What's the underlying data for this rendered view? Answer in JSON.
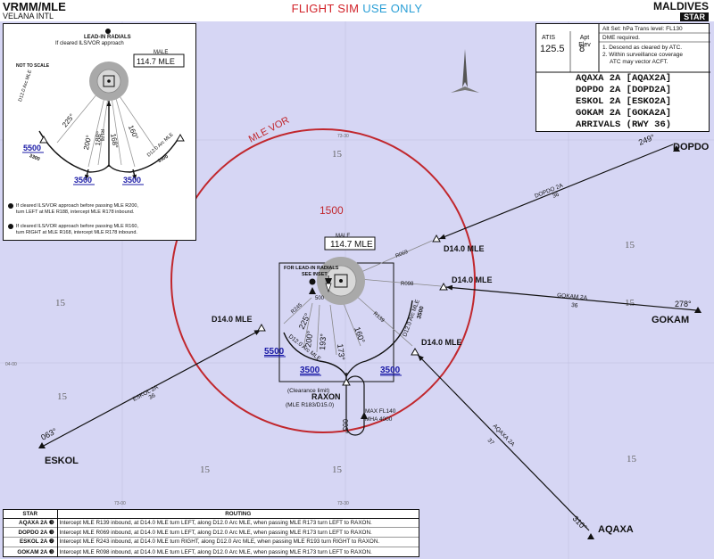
{
  "header": {
    "airport_code": "VRMM/MLE",
    "airport_name": "VELANA INTL",
    "banner_red": "FLIGHT SIM",
    "banner_blue": "USE ONLY",
    "country": "MALDIVES",
    "chart_type": "STAR"
  },
  "colors": {
    "map_fill": "#d6d6f4",
    "vor_circle": "#c1272d",
    "banner_red": "#d2232a",
    "banner_blue": "#2a9fd6",
    "route_line": "#111111",
    "minimum_altitude": "#1a1aa6"
  },
  "info_box": {
    "atis_label": "ATIS",
    "atis_freq": "125.5",
    "elev_label": "Apt Elev",
    "elev_value": "8",
    "alt_set": "Alt Set: hPa   Trans level: FL130",
    "dme_required": "DME required.",
    "note1": "1. Descend as cleared by ATC.",
    "note2a": "2. Within surveillance coverage",
    "note2b": "ATC may vector ACFT.",
    "procedures": [
      "AQAXA 2A [AQAX2A]",
      "DOPDO 2A [DOPD2A]",
      "ESKOL 2A [ESKO2A]",
      "GOKAM 2A [GOKA2A]",
      "ARRIVALS (RWY 36)"
    ]
  },
  "map": {
    "vor_circle_label": "MLE VOR",
    "circle_msa": "1500",
    "grid_msa": "15",
    "vor_box_name": "MALE",
    "vor_box_freq": "114.7 MLE",
    "lead_in_label": "FOR LEAD-IN RADIALS",
    "lead_in_label2": "SEE INSET",
    "waypoints": {
      "dopdo": "DOPDO",
      "gokam": "GOKAM",
      "eskol": "ESKOL",
      "aqaxa": "AQAXA",
      "raxon": "RAXON"
    },
    "d14": "D14.0 MLE",
    "raxon_clearance": "(Clearance limit)",
    "raxon_def": "(MLE R183/D15.0)",
    "raxon_hold_max": "MAX FL140",
    "raxon_hold_mha": "MHA 4000",
    "raxon_hold_course": "003°",
    "bearings": {
      "dopdo": "249°",
      "gokam": "278°",
      "eskol": "063°",
      "aqaxa": "310°"
    },
    "route_labels": {
      "dopdo": "DOPDO 2A",
      "dopdo_dist": "36",
      "gokam": "GOKAM 2A",
      "gokam_dist": "36",
      "eskol": "ESKOL 2A",
      "eskol_dist": "36",
      "aqaxa": "AQAXA 2A",
      "aqaxa_dist": "37"
    },
    "radials": {
      "r069": "R069",
      "r098": "R098",
      "r245": "R245",
      "r139": "R139",
      "r225": "225°",
      "r200": "200°",
      "r193": "193°",
      "r173": "173°",
      "r160": "160°"
    },
    "arc_west": "D12.0 Arc MLE",
    "arc_east": "D12.0 Arc MLE",
    "alt_500": "500",
    "alt_3500_side": "3500",
    "min_alt_5500": "5500",
    "min_alt_3500_left": "3500",
    "min_alt_3500_right": "3500",
    "lat_label": "04-00",
    "lon_label_left": "73-00",
    "lon_label_right": "73-30"
  },
  "inset": {
    "title": "LEAD-IN RADIALS",
    "subtitle": "If cleared ILS/VOR approach",
    "not_to_scale": "NOT TO SCALE",
    "vor_name": "MALE",
    "vor_freq": "114.7 MLE",
    "arc_left": "D12.0 Arc MLE",
    "arc_right": "D12.0 Arc MLE",
    "r225": "225°",
    "r200": "200°",
    "r188": "188°",
    "r178": "R178",
    "r168": "168°",
    "r160": "160°",
    "alt_3300_left": "3300",
    "alt_3300_right": "3300",
    "min_alt_5500": "5500",
    "min_alt_3500_a": "3500",
    "min_alt_3500_b": "3500",
    "note2": "If cleared ILS/VOR approach before passing MLE R200,",
    "note2b": "turn LEFT at MLE R188, intercept MLE R178 inbound.",
    "note3": "If cleared ILS/VOR approach before passing MLE R160,",
    "note3b": "turn RIGHT at MLE R168, intercept MLE R178 inbound."
  },
  "routing_table": {
    "col_star": "STAR",
    "col_routing": "ROUTING",
    "rows": [
      {
        "star": "AQAXA 2A",
        "note": "❸",
        "routing": "Intercept MLE R139 inbound, at D14.0 MLE turn LEFT, along D12.0 Arc MLE, when passing MLE R173 turn LEFT to RAXON."
      },
      {
        "star": "DOPDO 2A",
        "note": "❸",
        "routing": "Intercept MLE R069 inbound, at D14.0 MLE turn LEFT, along D12.0 Arc MLE, when passing MLE R173 turn LEFT to RAXON."
      },
      {
        "star": "ESKOL 2A",
        "note": "❷",
        "routing": "Intercept MLE R243 inbound, at D14.0 MLE turn RIGHT, along D12.0 Arc MLE, when passing MLE R193 turn RIGHT to RAXON."
      },
      {
        "star": "GOKAM 2A",
        "note": "❸",
        "routing": "Intercept MLE R098 inbound, at D14.0 MLE turn LEFT, along D12.0 Arc MLE, when passing MLE R173 turn LEFT to RAXON."
      }
    ]
  }
}
